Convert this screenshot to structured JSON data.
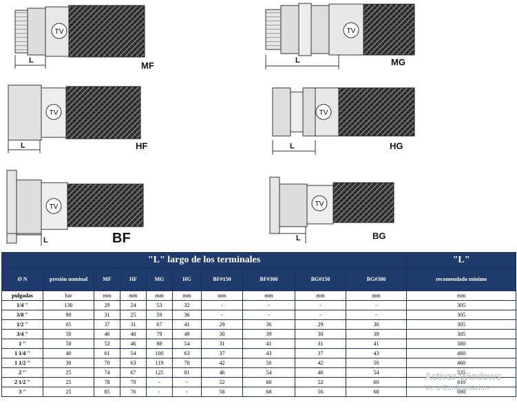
{
  "figures": {
    "labels": {
      "mf": "MF",
      "mg": "MG",
      "hf": "HF",
      "hg": "HG",
      "bf": "BF",
      "bg": "BG",
      "l": "L"
    }
  },
  "table": {
    "title_main": "\"L\" largo de los terminales",
    "title_side": "\"L\"",
    "columns": [
      "Ø N",
      "presión nominal",
      "MF",
      "HF",
      "MG",
      "HG",
      "BF#150",
      "BF#300",
      "BG#150",
      "BG#300",
      "recomendado mínimo"
    ],
    "units": [
      "pulgadas",
      "bar",
      "mm",
      "mm",
      "mm",
      "mm",
      "mm",
      "mm",
      "mm",
      "mm",
      "mm"
    ],
    "rows": [
      [
        "1/4 \"",
        "130",
        "29",
        "24",
        "53",
        "32",
        "-",
        "-",
        "-",
        "-",
        "305"
      ],
      [
        "3/8 \"",
        "90",
        "31",
        "25",
        "59",
        "36",
        "-",
        "-",
        "-",
        "-",
        "305"
      ],
      [
        "1/2 \"",
        "65",
        "37",
        "31",
        "67",
        "41",
        "29",
        "36",
        "29",
        "36",
        "305"
      ],
      [
        "3/4 \"",
        "50",
        "46",
        "40",
        "79",
        "49",
        "30",
        "39",
        "30",
        "39",
        "305"
      ],
      [
        "1 \"",
        "50",
        "52",
        "46",
        "88",
        "54",
        "31",
        "41",
        "31",
        "41",
        "380"
      ],
      [
        "1 1/4 \"",
        "40",
        "61",
        "54",
        "100",
        "63",
        "37",
        "43",
        "37",
        "43",
        "460"
      ],
      [
        "1 1/2 \"",
        "30",
        "70",
        "63",
        "119",
        "78",
        "42",
        "50",
        "42",
        "50",
        "460"
      ],
      [
        "2 \"",
        "25",
        "74",
        "67",
        "125",
        "81",
        "46",
        "54",
        "46",
        "54",
        "535"
      ],
      [
        "2 1/2 \"",
        "25",
        "78",
        "70",
        "-",
        "-",
        "52",
        "60",
        "52",
        "60",
        "610"
      ],
      [
        "3 \"",
        "25",
        "85",
        "76",
        "-",
        "-",
        "56",
        "68",
        "56",
        "68",
        "690"
      ]
    ]
  },
  "watermark": {
    "line1": "Activar Windows",
    "line2": "Ve a Configuración"
  }
}
